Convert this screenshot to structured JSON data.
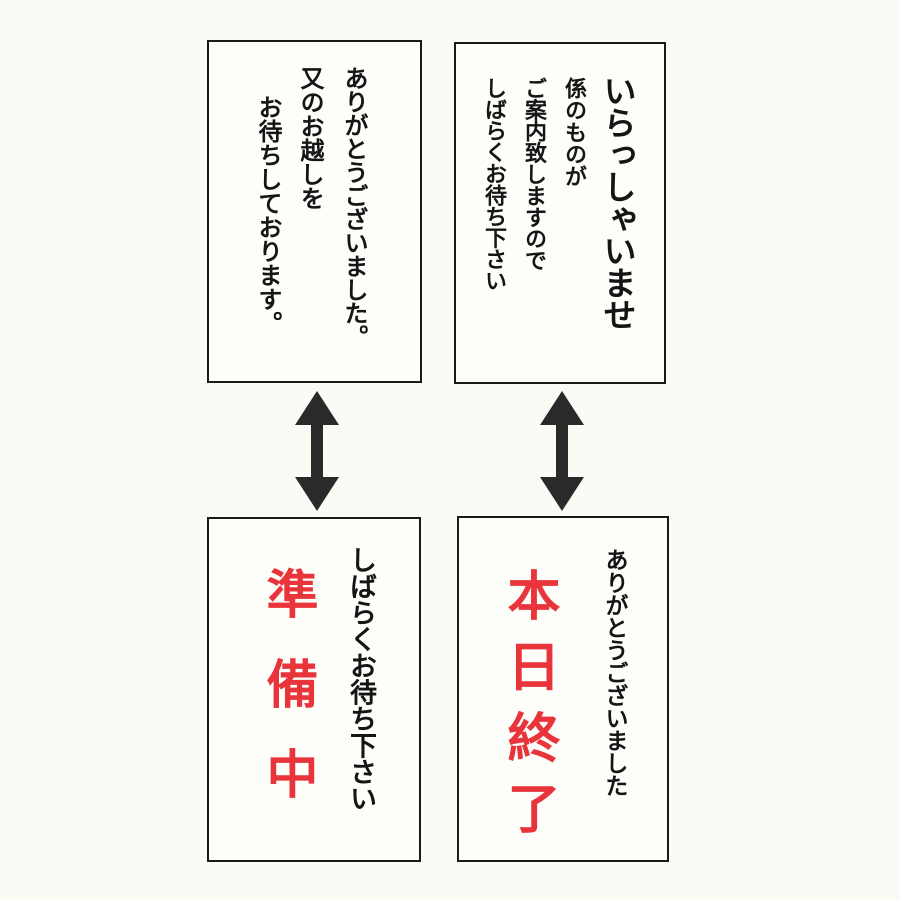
{
  "signs": [
    {
      "columns": [
        "ありがとうございました。",
        "又のお越しを",
        "お待ちしております。"
      ]
    },
    {
      "columns": [
        "いらっしゃいませ",
        "係のものが",
        "ご案内致しますので",
        "しばらくお待ち下さい"
      ]
    },
    {
      "columns": [
        "しばらくお待ち下さい",
        "準備中"
      ]
    },
    {
      "columns": [
        "ありがとうございました",
        "本日終了"
      ]
    }
  ],
  "colors": {
    "text": "#151515",
    "accent_red": "#e8343a",
    "border": "#1a1a1a",
    "arrow": "#2a2a2a"
  }
}
